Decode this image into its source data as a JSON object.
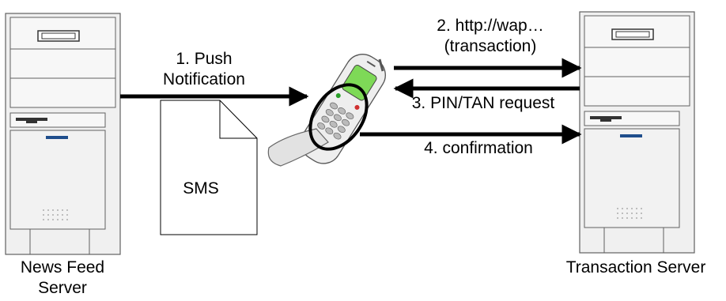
{
  "nodes": {
    "news_feed_server": {
      "line1": "News Feed",
      "line2": "Server"
    },
    "transaction_server": {
      "label": "Transaction Server"
    },
    "sms_document": {
      "label": "SMS"
    },
    "mobile_phone": {
      "icon": "mobile-phone-icon"
    }
  },
  "edges": {
    "step1": {
      "line1": "1. Push",
      "line2": "Notification"
    },
    "step2": {
      "line1": "2. http://wap…",
      "line2": "(transaction)"
    },
    "step3": {
      "label": "3. PIN/TAN request"
    },
    "step4": {
      "label": "4. confirmation"
    }
  },
  "colors": {
    "server_body": "#f0f0f0",
    "server_outline": "#606060",
    "phone_screen": "#7ed957",
    "power_led": "#1f4e8c",
    "arrow": "#000000"
  }
}
